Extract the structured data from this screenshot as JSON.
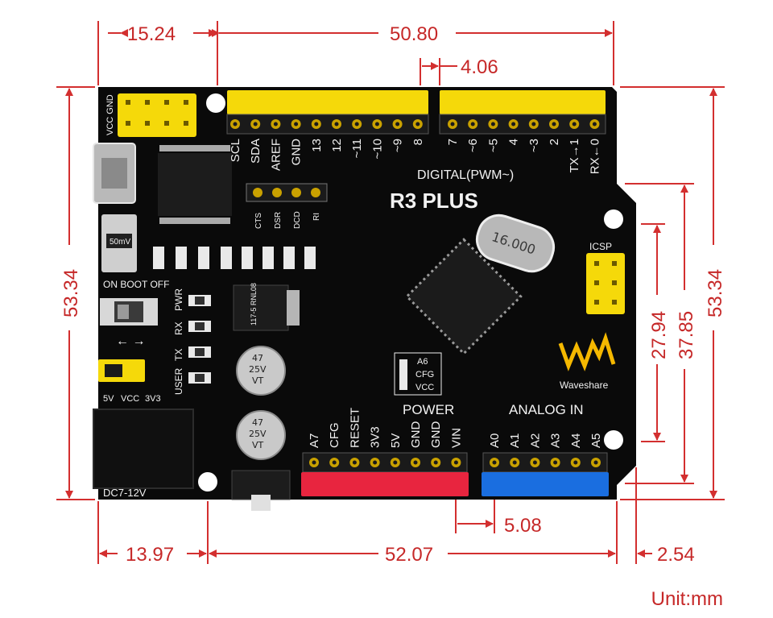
{
  "dimensions": {
    "top_left": "15.24",
    "top_main": "50.80",
    "top_small": "4.06",
    "left_height": "53.34",
    "right_height": "53.34",
    "right_inner_1": "27.94",
    "right_inner_2": "37.85",
    "bottom_left": "13.97",
    "bottom_main": "52.07",
    "bottom_right": "2.54",
    "bottom_small": "5.08"
  },
  "unit_label": "Unit:mm",
  "board": {
    "name": "R3 PLUS",
    "brand": "Waveshare",
    "digital_label": "DIGITAL(PWM~)",
    "power_label": "POWER",
    "analog_label": "ANALOG IN",
    "icsp_label": "ICSP",
    "switch_label": "ON BOOT OFF",
    "jumper_labels": [
      "5V",
      "VCC",
      "3V3"
    ],
    "dc_label": "DC7-12V",
    "vcc_gnd_label": "VCC GND",
    "led_labels": [
      "PWR",
      "RX",
      "TX",
      "USER"
    ],
    "uart_labels": [
      "CTS",
      "DSR",
      "DCD",
      "RI"
    ],
    "top_left_pins": [
      "SCL",
      "SDA",
      "AREF",
      "GND",
      "13",
      "12",
      "~11",
      "~10",
      "~9",
      "8"
    ],
    "top_right_pins": [
      "7",
      "~6",
      "~5",
      "4",
      "~3",
      "2",
      "TX→1",
      "RX←0"
    ],
    "power_pins": [
      "A7",
      "CFG",
      "RESET",
      "3V3",
      "5V",
      "GND",
      "GND",
      "VIN"
    ],
    "analog_pins": [
      "A0",
      "A1",
      "A2",
      "A3",
      "A4",
      "A5"
    ],
    "cfg_labels": [
      "A6",
      "CFG",
      "VCC"
    ],
    "cap_labels": [
      "47",
      "25V",
      "VT"
    ],
    "crystal_label": "16.000",
    "reg_label": "117-5 RNL08",
    "fuse_label": "50mV"
  },
  "colors": {
    "dimension": "#c62828",
    "board": "#0a0a0a",
    "header_yellow": "#f5d90a",
    "header_red": "#e8253f",
    "header_blue": "#1a6ee0"
  }
}
